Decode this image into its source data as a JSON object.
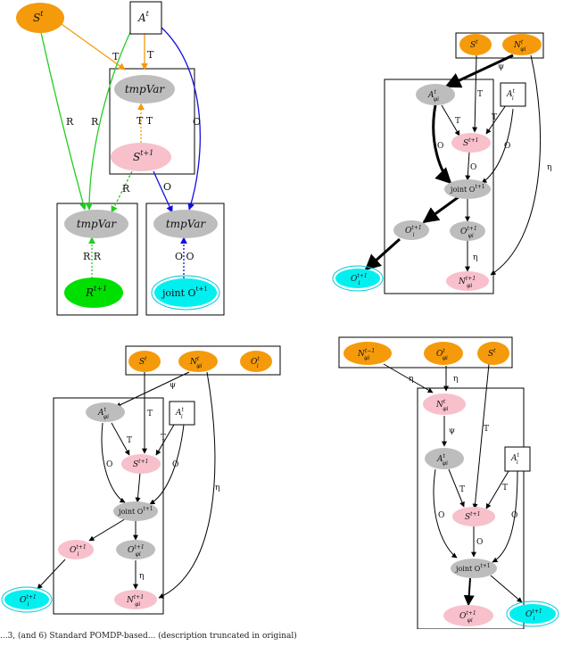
{
  "caption": "...3, (and 6) Standard POMDP-based... (description truncated in original)",
  "colors": {
    "orange": "#f59a0b",
    "gray": "#bdbdbd",
    "pink": "#f8c0cb",
    "green": "#00e000",
    "cyan": "#00f0f0",
    "edge_orange": "#f59a0b",
    "edge_green": "#22cc22",
    "edge_blue": "#1010dd",
    "edge_black": "#000000"
  },
  "diagrams": [
    {
      "id": "d1",
      "nodes": [
        {
          "id": "S",
          "label": "S",
          "sup": "t",
          "sub": "",
          "fill": "orange",
          "shape": "ellipse"
        },
        {
          "id": "A",
          "label": "A",
          "sup": "t",
          "sub": "",
          "fill": "white",
          "shape": "box"
        },
        {
          "id": "tv1",
          "label": "tmpVar",
          "sup": "",
          "sub": "",
          "fill": "gray",
          "shape": "ellipse",
          "italic": true
        },
        {
          "id": "S1",
          "label": "S",
          "sup": "t+1",
          "sub": "",
          "fill": "pink",
          "shape": "ellipse"
        },
        {
          "id": "tv2",
          "label": "tmpVar",
          "sup": "",
          "sub": "",
          "fill": "gray",
          "shape": "ellipse",
          "italic": true
        },
        {
          "id": "R1",
          "label": "R",
          "sup": "t+1",
          "sub": "",
          "fill": "green",
          "shape": "ellipse"
        },
        {
          "id": "tv3",
          "label": "tmpVar",
          "sup": "",
          "sub": "",
          "fill": "gray",
          "shape": "ellipse",
          "italic": true
        },
        {
          "id": "O1",
          "label": "joint O",
          "sup": "t+1",
          "sub": "",
          "fill": "cyan",
          "shape": "double-ellipse"
        }
      ],
      "edge_labels": [
        "T",
        "T",
        "R",
        "R",
        "O",
        "T T",
        "R",
        "O",
        "R R",
        "O O"
      ]
    },
    {
      "id": "d2",
      "nodes": [
        {
          "id": "S",
          "label": "S",
          "sup": "t",
          "sub": "",
          "fill": "orange"
        },
        {
          "id": "N",
          "label": "N",
          "sup": "t",
          "sub": "φi",
          "fill": "orange"
        },
        {
          "id": "A",
          "label": "A",
          "sup": "t",
          "sub": "φi",
          "fill": "gray"
        },
        {
          "id": "Ai",
          "label": "A",
          "sup": "t",
          "sub": "i",
          "fill": "white"
        },
        {
          "id": "S1",
          "label": "S",
          "sup": "t+1",
          "sub": "",
          "fill": "pink"
        },
        {
          "id": "J",
          "label": "joint O",
          "sup": "t+1",
          "sub": "",
          "fill": "gray"
        },
        {
          "id": "Oi",
          "label": "O",
          "sup": "t+1",
          "sub": "i",
          "fill": "gray"
        },
        {
          "id": "Ophi",
          "label": "O",
          "sup": "t+1",
          "sub": "φi",
          "fill": "gray"
        },
        {
          "id": "Oc",
          "label": "O",
          "sup": "t+1",
          "sub": "i",
          "fill": "cyan"
        },
        {
          "id": "N1",
          "label": "N",
          "sup": "t+1",
          "sub": "φi",
          "fill": "pink"
        }
      ],
      "edge_labels": [
        "ψ",
        "T",
        "T",
        "T",
        "O",
        "O",
        "O",
        "η",
        "η"
      ]
    },
    {
      "id": "d3",
      "nodes": [
        {
          "id": "S",
          "label": "S",
          "sup": "t",
          "sub": "",
          "fill": "orange"
        },
        {
          "id": "N",
          "label": "N",
          "sup": "t",
          "sub": "φi",
          "fill": "orange"
        },
        {
          "id": "Oi0",
          "label": "O",
          "sup": "t",
          "sub": "i",
          "fill": "orange"
        },
        {
          "id": "A",
          "label": "A",
          "sup": "t",
          "sub": "φi",
          "fill": "gray"
        },
        {
          "id": "Ai",
          "label": "A",
          "sup": "t",
          "sub": "i",
          "fill": "white"
        },
        {
          "id": "S1",
          "label": "S",
          "sup": "t+1",
          "sub": "",
          "fill": "pink"
        },
        {
          "id": "J",
          "label": "joint O",
          "sup": "t+1",
          "sub": "",
          "fill": "gray"
        },
        {
          "id": "Oi",
          "label": "O",
          "sup": "t+1",
          "sub": "i",
          "fill": "pink"
        },
        {
          "id": "Ophi",
          "label": "O",
          "sup": "t+1",
          "sub": "φi",
          "fill": "gray"
        },
        {
          "id": "Oc",
          "label": "O",
          "sup": "t+1",
          "sub": "i",
          "fill": "cyan"
        },
        {
          "id": "N1",
          "label": "N",
          "sup": "t+1",
          "sub": "φi",
          "fill": "pink"
        }
      ],
      "edge_labels": [
        "ψ",
        "T",
        "T",
        "T",
        "O",
        "O",
        "η",
        "η"
      ]
    },
    {
      "id": "d4",
      "nodes": [
        {
          "id": "Nm",
          "label": "N",
          "sup": "t−1",
          "sub": "φi",
          "fill": "orange"
        },
        {
          "id": "Ophi0",
          "label": "O",
          "sup": "t",
          "sub": "φi",
          "fill": "orange"
        },
        {
          "id": "S",
          "label": "S",
          "sup": "t",
          "sub": "",
          "fill": "orange"
        },
        {
          "id": "N",
          "label": "N",
          "sup": "t",
          "sub": "φi",
          "fill": "pink"
        },
        {
          "id": "A",
          "label": "A",
          "sup": "t",
          "sub": "φi",
          "fill": "gray"
        },
        {
          "id": "Ai",
          "label": "A",
          "sup": "t",
          "sub": "i",
          "fill": "white"
        },
        {
          "id": "S1",
          "label": "S",
          "sup": "t+1",
          "sub": "",
          "fill": "pink"
        },
        {
          "id": "J",
          "label": "joint O",
          "sup": "t+1",
          "sub": "",
          "fill": "gray"
        },
        {
          "id": "Ophi",
          "label": "O",
          "sup": "t+1",
          "sub": "φi",
          "fill": "pink"
        },
        {
          "id": "Oc",
          "label": "O",
          "sup": "t+1",
          "sub": "i",
          "fill": "cyan"
        }
      ],
      "edge_labels": [
        "η",
        "η",
        "ψ",
        "T",
        "T",
        "T",
        "O",
        "O",
        "O"
      ]
    }
  ]
}
